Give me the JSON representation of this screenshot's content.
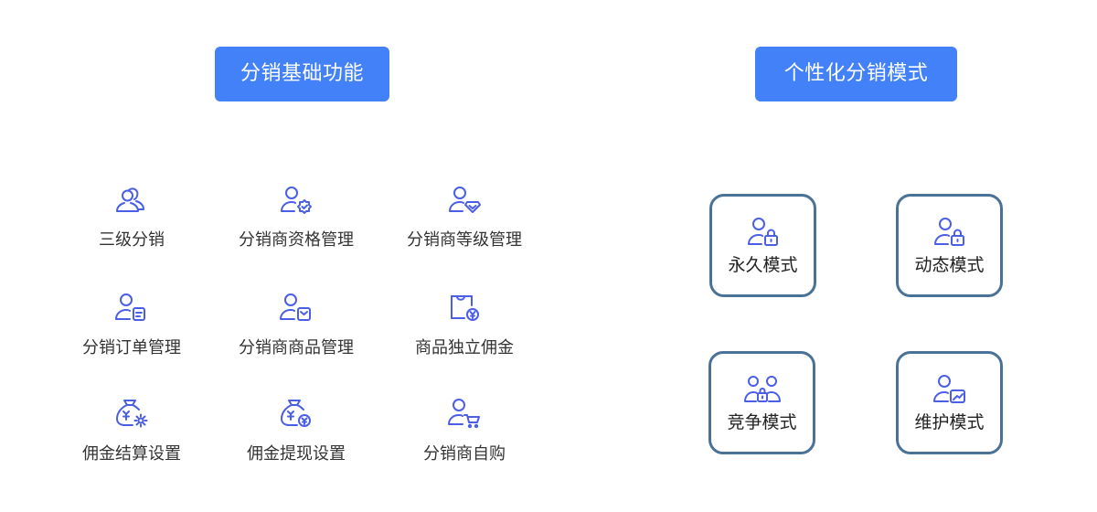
{
  "colors": {
    "accent": "#4381f8",
    "icon": "#4a5ee6",
    "mode_border": "#4a7296"
  },
  "basic_section": {
    "title": "分销基础功能",
    "features": [
      {
        "label": "三级分销",
        "icon": "users-group-icon"
      },
      {
        "label": "分销商资格管理",
        "icon": "user-badge-icon"
      },
      {
        "label": "分销商等级管理",
        "icon": "user-level-icon"
      },
      {
        "label": "分销订单管理",
        "icon": "user-order-icon"
      },
      {
        "label": "分销商商品管理",
        "icon": "user-product-icon"
      },
      {
        "label": "商品独立佣金",
        "icon": "product-commission-icon"
      },
      {
        "label": "佣金结算设置",
        "icon": "money-bag-settings-icon"
      },
      {
        "label": "佣金提现设置",
        "icon": "money-bag-withdraw-icon"
      },
      {
        "label": "分销商自购",
        "icon": "user-cart-icon"
      }
    ]
  },
  "custom_section": {
    "title": "个性化分销模式",
    "modes": [
      {
        "label": "永久模式",
        "icon": "user-lock-icon"
      },
      {
        "label": "动态模式",
        "icon": "user-lock-icon"
      },
      {
        "label": "竞争模式",
        "icon": "users-lock-icon"
      },
      {
        "label": "维护模式",
        "icon": "user-chart-icon"
      }
    ]
  }
}
